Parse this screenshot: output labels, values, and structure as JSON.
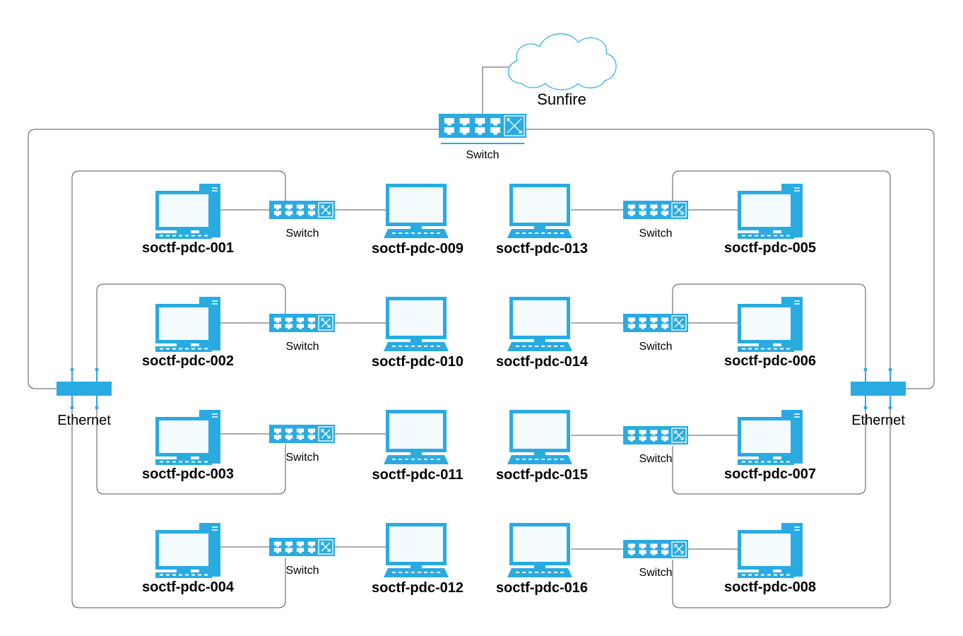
{
  "diagram": {
    "cloud_label": "Sunfire",
    "core_switch_label": "Switch",
    "hub_left_label": "Ethernet",
    "hub_right_label": "Ethernet",
    "row_switch_label": "Switch",
    "colors": {
      "device": "#29abe2",
      "device_dark": "#1b8fc4",
      "screen": "#f4fbfe",
      "wire": "#555555"
    },
    "icons": {
      "tower": "desktop-tower-icon",
      "laptop": "laptop-icon",
      "switch": "network-switch-icon",
      "hub": "ethernet-hub-icon",
      "cloud": "cloud-icon"
    },
    "left_rows": [
      {
        "desktop": "soctf-pdc-001",
        "laptop": "soctf-pdc-009"
      },
      {
        "desktop": "soctf-pdc-002",
        "laptop": "soctf-pdc-010"
      },
      {
        "desktop": "soctf-pdc-003",
        "laptop": "soctf-pdc-011"
      },
      {
        "desktop": "soctf-pdc-004",
        "laptop": "soctf-pdc-012"
      }
    ],
    "right_rows": [
      {
        "laptop": "soctf-pdc-013",
        "desktop": "soctf-pdc-005"
      },
      {
        "laptop": "soctf-pdc-014",
        "desktop": "soctf-pdc-006"
      },
      {
        "laptop": "soctf-pdc-015",
        "desktop": "soctf-pdc-007"
      },
      {
        "laptop": "soctf-pdc-016",
        "desktop": "soctf-pdc-008"
      }
    ]
  }
}
